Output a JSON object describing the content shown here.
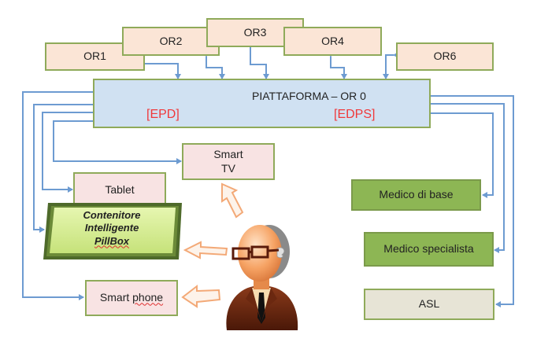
{
  "title": "Piattaforma OR diagram",
  "regional_nodes": [
    {
      "id": "or1",
      "label": "OR1"
    },
    {
      "id": "or2",
      "label": "OR2"
    },
    {
      "id": "or3",
      "label": "OR3"
    },
    {
      "id": "or4",
      "label": "OR4"
    },
    {
      "id": "or6",
      "label": "OR6"
    }
  ],
  "platform": {
    "label": "PIATTAFORMA – OR 0",
    "left_tag": "[EPD]",
    "right_tag": "[EDPS]"
  },
  "devices": {
    "smart_tv": {
      "line1": "Smart",
      "line2": "TV"
    },
    "tablet": "Tablet",
    "pillbox": {
      "line1": "Contenitore",
      "line2": "Intelligente",
      "line3": "PillBox"
    },
    "smart_phone": {
      "word1": "Smart",
      "word2": "phone"
    }
  },
  "actors": {
    "medico_base": "Medico di base",
    "medico_specialista": "Medico specialista",
    "asl": "ASL"
  },
  "colors": {
    "connector": "#6d9bd1",
    "or_fill": "#fbe5d6",
    "platform_fill": "#d0e1f2",
    "device_fill": "#f8e3e3",
    "doctor_fill": "#8db654",
    "asl_fill": "#e7e4d6",
    "tag_red": "#f0383a",
    "border_green": "#8faa5a",
    "user_arrow": "#f3a977"
  }
}
